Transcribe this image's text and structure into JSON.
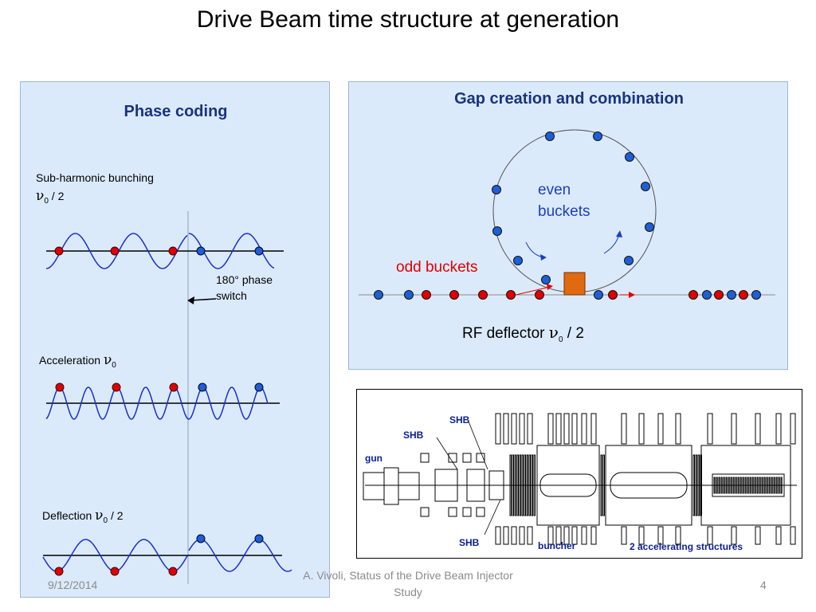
{
  "title": "Drive Beam time structure at generation",
  "phase_coding": {
    "heading": "Phase coding",
    "sub_harmonic_label": "Sub-harmonic bunching",
    "sub_harmonic_freq": "/ 2",
    "phase_switch_label_1": "180° phase",
    "phase_switch_label_2": "switch",
    "acceleration_label": "Acceleration",
    "deflection_label": "Deflection",
    "deflection_freq": "/ 2"
  },
  "gap_creation": {
    "heading": "Gap creation and combination",
    "even_label_1": "even",
    "even_label_2": "buckets",
    "odd_label": "odd buckets",
    "rf_deflector_label": "RF deflector",
    "rf_deflector_freq": "/ 2"
  },
  "injector": {
    "label_gun": "gun",
    "label_shb_1": "SHB",
    "label_shb_2": "SHB",
    "label_shb_3": "SHB",
    "label_buncher": "buncher",
    "label_structures": "2 accelerating structures"
  },
  "footer": {
    "date": "9/12/2014",
    "caption_1": "A. Vivoli, Status of the Drive Beam Injector",
    "caption_2": "Study",
    "page": "4"
  },
  "colors": {
    "odd_bunch": "#e00000",
    "even_bunch": "#1e5fd6",
    "wave": "#1a2fd0",
    "panel_bg": "#dbeafb",
    "heading": "#17347f",
    "deflector": "#e06a10"
  }
}
